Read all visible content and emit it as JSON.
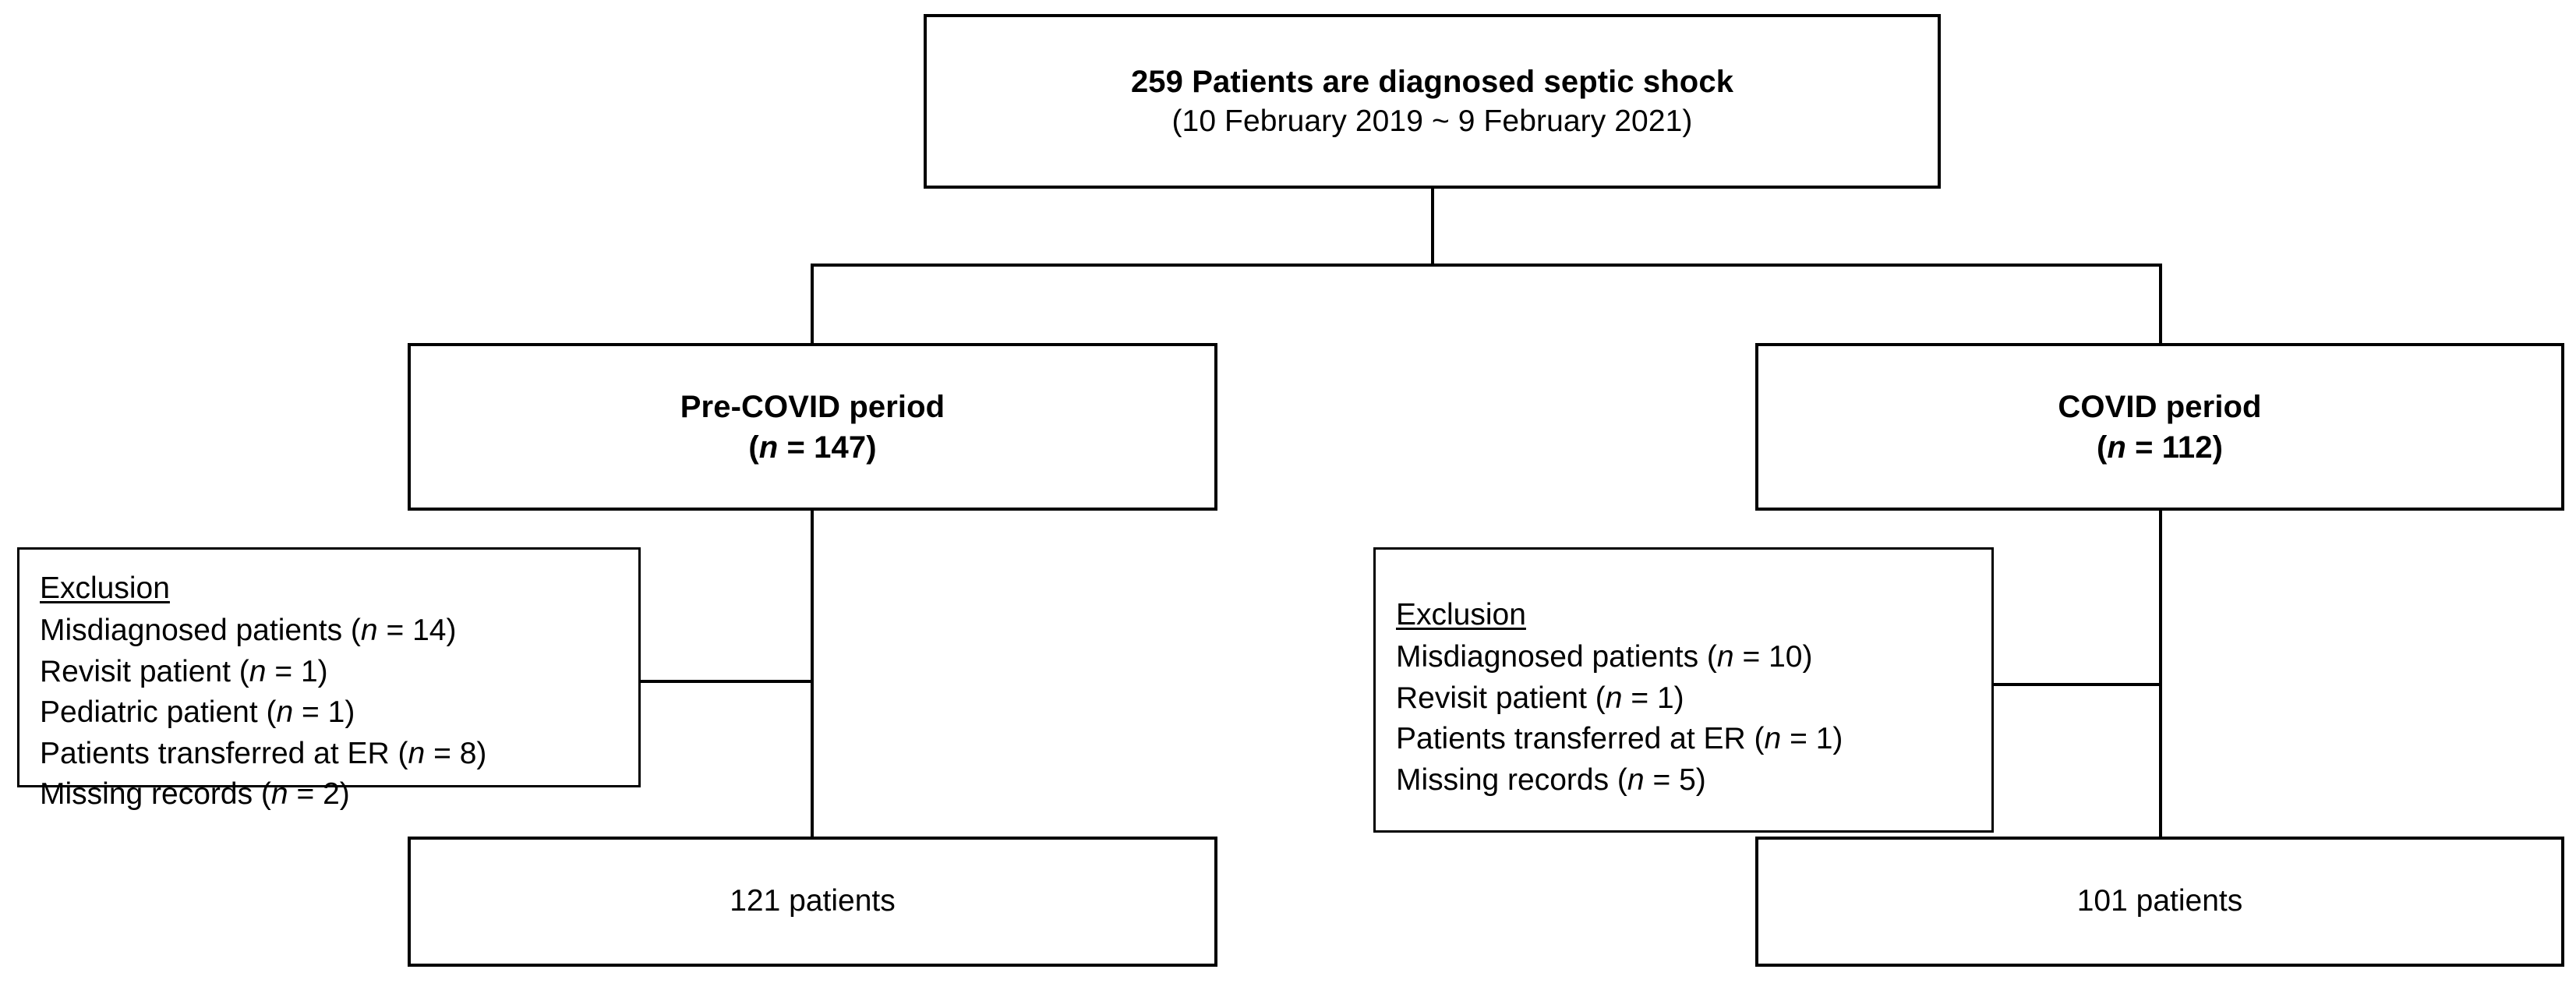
{
  "diagram": {
    "type": "patient-flow-consort",
    "title_node": {
      "line1": "259 Patients are diagnosed septic shock",
      "line2": "(10 February 2019 ~ 9 February 2021)"
    },
    "groups": [
      {
        "id": "pre-covid",
        "label": "Pre-COVID period",
        "n_prefix": "(",
        "n_italic": "n",
        "n_value": " = 147)",
        "exclusion": {
          "heading": "Exclusion",
          "items": [
            {
              "text": "Misdiagnosed patients ",
              "paren_open": "(",
              "n": "n",
              "value": " = 14)"
            },
            {
              "text": "Revisit patient ",
              "paren_open": "(",
              "n": "n",
              "value": " = 1)"
            },
            {
              "text": "Pediatric patient ",
              "paren_open": "(",
              "n": "n",
              "value": " = 1)"
            },
            {
              "text": "Patients transferred at ER ",
              "paren_open": "(",
              "n": "n",
              "value": " = 8)"
            },
            {
              "text": "Missing records ",
              "paren_open": "(",
              "n": "n",
              "value": " = 2)"
            }
          ]
        },
        "result": "121 patients"
      },
      {
        "id": "covid",
        "label": "COVID period",
        "n_prefix": "(",
        "n_italic": "n",
        "n_value": " = 112)",
        "exclusion": {
          "heading": "Exclusion",
          "items": [
            {
              "text": "Misdiagnosed patients ",
              "paren_open": "(",
              "n": "n",
              "value": " = 10)"
            },
            {
              "text": "Revisit patient ",
              "paren_open": "(",
              "n": "n",
              "value": " = 1)"
            },
            {
              "text": "Patients transferred at ER ",
              "paren_open": "(",
              "n": "n",
              "value": " = 1)"
            },
            {
              "text": "Missing records ",
              "paren_open": "(",
              "n": "n",
              "value": " = 5)"
            }
          ]
        },
        "result": "101 patients"
      }
    ],
    "colors": {
      "stroke": "#000000",
      "fill": "#ffffff",
      "text": "#000000"
    }
  }
}
